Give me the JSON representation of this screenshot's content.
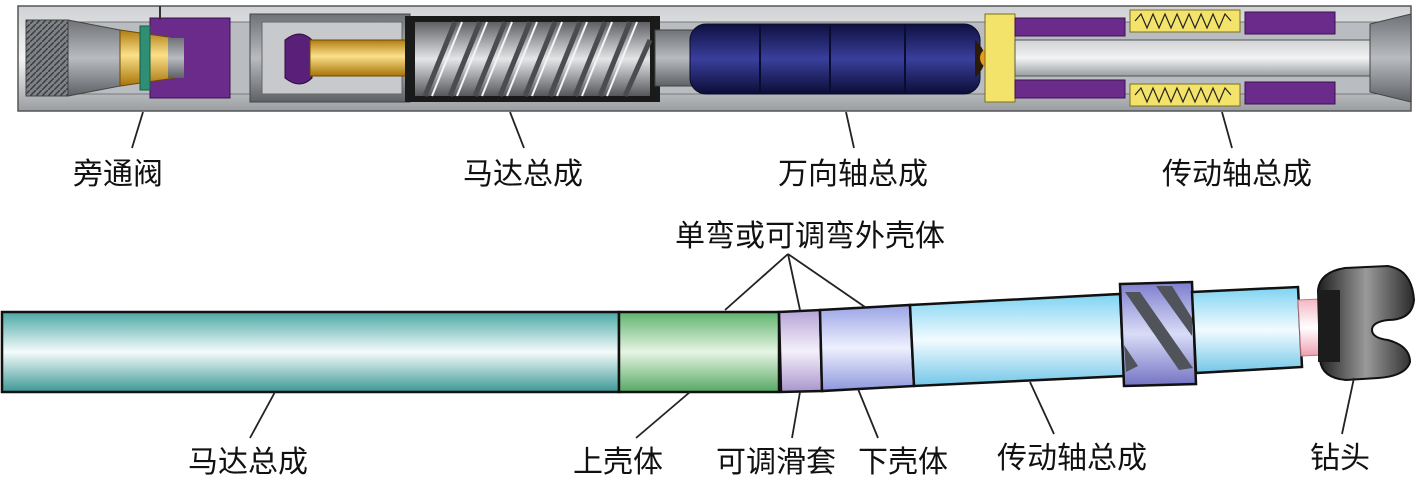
{
  "top_section": {
    "labels": {
      "bypass_valve": "旁通阀",
      "motor_assembly": "马达总成",
      "universal_shaft_assembly": "万向轴总成",
      "drive_shaft_assembly": "传动轴总成"
    }
  },
  "bottom_section": {
    "labels": {
      "bent_housing": "单弯或可调弯外壳体",
      "motor_assembly": "马达总成",
      "upper_housing": "上壳体",
      "adjustable_sleeve": "可调滑套",
      "lower_housing": "下壳体",
      "drive_shaft_assembly": "传动轴总成",
      "drill_bit": "钻头"
    }
  },
  "colors": {
    "motor_teal": "#4aa8a5",
    "upper_housing_green": "#6bbd7a",
    "adjustable_sleeve_lavender": "#b5a3d6",
    "lower_housing_blue": "#9aa4e6",
    "drive_shaft_cyan": "#7ed3f2",
    "stabilizer_purple": "#8c8cd8",
    "bit_dark": "#3a3a3a",
    "bit_neck_pink": "#f4b6c2",
    "steel_gray": "#8d9094",
    "rotor_gold": "#d7a52a",
    "bypass_purple": "#6a2b8a",
    "universal_navy": "#1c1f6b",
    "drive_yellow": "#f3e36a"
  }
}
